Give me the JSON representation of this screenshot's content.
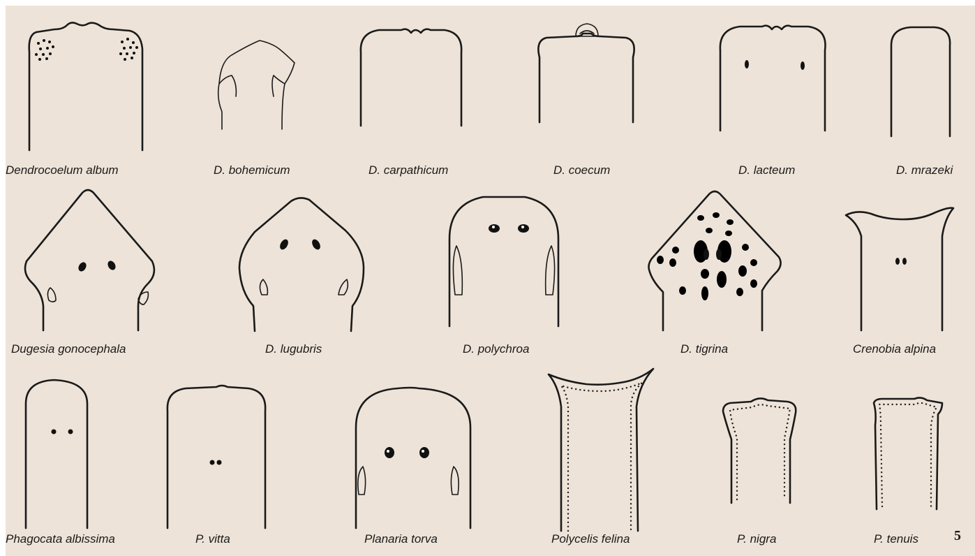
{
  "species": [
    {
      "label": "Dendrocoelum album"
    },
    {
      "label": "D. bohemicum"
    },
    {
      "label": "D. carpathicum"
    },
    {
      "label": "D. coecum"
    },
    {
      "label": "D. lacteum"
    },
    {
      "label": "D. mrazeki"
    },
    {
      "label": "Dugesia gonocephala"
    },
    {
      "label": "D. lugubris"
    },
    {
      "label": "D. polychroa"
    },
    {
      "label": "D. tigrina"
    },
    {
      "label": "Crenobia alpina"
    },
    {
      "label": "Phagocata albissima"
    },
    {
      "label": "P. vitta"
    },
    {
      "label": "Planaria torva"
    },
    {
      "label": "Polycelis felina"
    },
    {
      "label": "P. nigra"
    },
    {
      "label": "P. tenuis"
    }
  ],
  "page_number": "5"
}
